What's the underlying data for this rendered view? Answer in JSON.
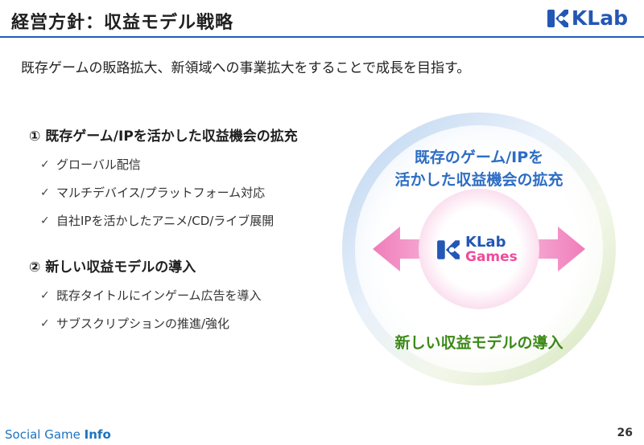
{
  "header": {
    "title": "経営方針：収益モデル戦略",
    "logo_text": "KLab",
    "accent_color": "#1f5fb8"
  },
  "subtitle": "既存ゲームの販路拡大、新領域への事業拡大をすることで成長を目指す。",
  "sections": [
    {
      "heading": "① 既存ゲーム/IPを活かした収益機会の拡充",
      "items": [
        "グローバル配信",
        "マルチデバイス/プラットフォーム対応",
        "自社IPを活かしたアニメ/CD/ライブ展開"
      ]
    },
    {
      "heading": "② 新しい収益モデルの導入",
      "items": [
        "既存タイトルにインゲーム広告を導入",
        "サブスクリプションの推進/強化"
      ]
    }
  ],
  "check_symbol": "✓",
  "diagram": {
    "top_label_line1": "既存のゲーム/IPを",
    "top_label_line2": "活かした収益機会の拡充",
    "bottom_label": "新しい収益モデルの導入",
    "core_logo_line1": "KLab",
    "core_logo_line2": "Games",
    "top_color": "#2d6dc4",
    "bottom_color": "#3c8a18",
    "arrow_color": "#f07cba"
  },
  "footer": {
    "brand_light": "Social Game ",
    "brand_bold": "Info",
    "page_number": "26"
  }
}
